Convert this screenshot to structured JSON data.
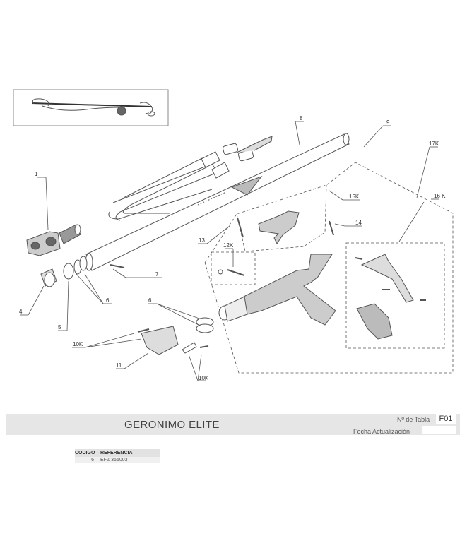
{
  "callouts": {
    "c1": "1",
    "c4": "4",
    "c5": "5",
    "c6a": "6",
    "c6b": "6",
    "c7": "7",
    "c8": "8",
    "c9": "9",
    "c10a": "10K",
    "c10b": "10K",
    "c11": "11",
    "c12": "12K",
    "c13": "13",
    "c14": "14",
    "c15": "15K",
    "c16": "16 K",
    "c17": "17K"
  },
  "footer": {
    "model_name": "GERONIMO ELITE",
    "table_no_label": "Nº de Tabla",
    "table_no_value": "F01",
    "update_label": "Fecha Actualización",
    "update_value": ""
  },
  "parts_table": {
    "headers": {
      "code": "CODIGO",
      "reference": "REFERENCIA"
    },
    "rows": [
      {
        "code": "6",
        "reference": "EFZ 355003"
      }
    ]
  },
  "colors": {
    "line": "#555555",
    "footer_bar": "#e6e6e6",
    "table_header": "#e2e2e2"
  }
}
